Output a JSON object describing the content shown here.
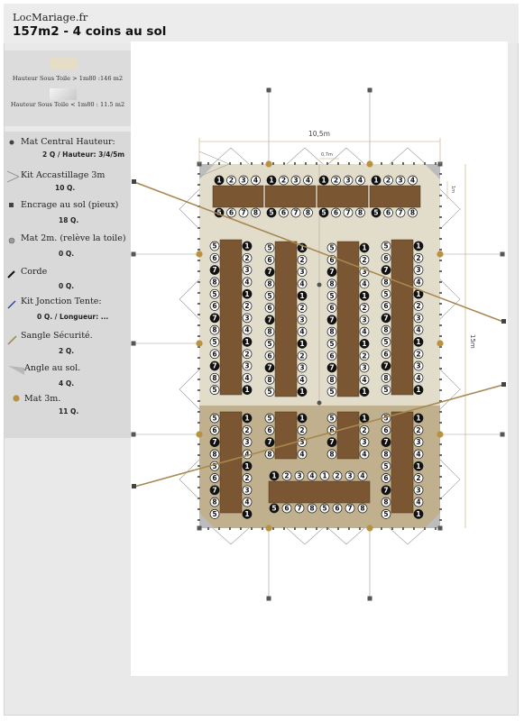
{
  "header": {
    "site": "LocMariage.fr",
    "title": "157m2 - 4 coins au sol"
  },
  "heights": [
    {
      "label": "Hauteur Sous Toile > 1m80 :146 m2",
      "color": "#e5ddc6"
    },
    {
      "label": "Hauteur Sous Toile < 1m80 : 11.5 m2",
      "color": "#d4d4d4"
    }
  ],
  "legend": [
    {
      "label": "Mat Central Hauteur:",
      "value": "2 Q / Hauteur: 3/4/5m",
      "icon": "mat-central-icon"
    },
    {
      "label": "Kit Accastillage  3m",
      "value": "10 Q.",
      "icon": "accastillage-icon"
    },
    {
      "label": "Encrage au sol (pieux)",
      "value": "18 Q.",
      "icon": "anchor-icon"
    },
    {
      "label": "Mat 2m. (relève la toile)",
      "value": "0 Q.",
      "icon": "mat-2m-icon"
    },
    {
      "label": "Corde",
      "value": "0 Q.",
      "icon": "rope-icon"
    },
    {
      "label": "Kit Jonction Tente:",
      "value": "0 Q.  / Longueur: ...",
      "icon": "junction-icon"
    },
    {
      "label": "Sangle Sécurité.",
      "value": "2 Q.",
      "icon": "strap-icon"
    },
    {
      "label": "Angle au sol.",
      "value": "4 Q.",
      "icon": "ground-angle-icon"
    },
    {
      "label": "Mat 3m.",
      "value": "11 Q.",
      "icon": "mat-3m-icon"
    }
  ],
  "dimensions": {
    "width": "10,5m",
    "depth": "15m",
    "bay": "0,7m",
    "edge": "1m"
  },
  "colors": {
    "tent_light": "#e2dccb",
    "tent_dark": "#c0b08e",
    "table": "#7a5632",
    "rope": "#a88850",
    "mat": "#b8923e"
  },
  "seats": {
    "top": [
      "1",
      "2",
      "3",
      "4"
    ],
    "bottom": [
      "5",
      "6",
      "7",
      "8"
    ],
    "left_col": [
      "5",
      "6",
      "7",
      "8"
    ],
    "right_col": [
      "1",
      "2",
      "3",
      "4"
    ]
  }
}
